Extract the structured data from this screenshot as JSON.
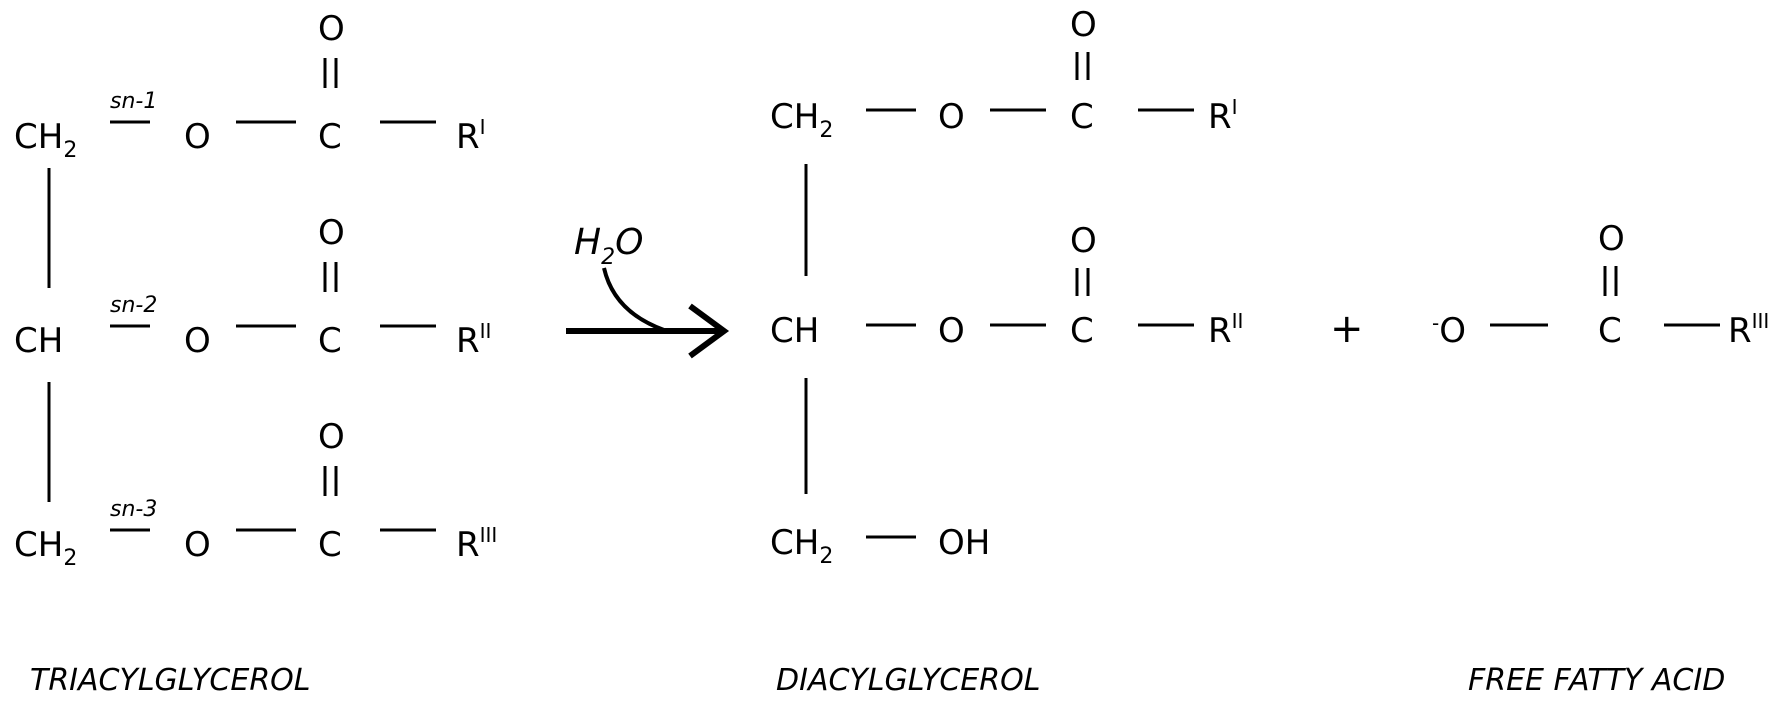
{
  "reactant": {
    "caption": "TRIACYLGLYCEROL",
    "rows": [
      {
        "carbon": "CH",
        "carbon_sub": "2",
        "site": "sn-1",
        "oxygen": "O",
        "carbonyl_c": "C",
        "carbonyl_o": "O",
        "r": "R",
        "r_sup": "I"
      },
      {
        "carbon": "CH",
        "carbon_sub": "",
        "site": "sn-2",
        "oxygen": "O",
        "carbonyl_c": "C",
        "carbonyl_o": "O",
        "r": "R",
        "r_sup": "II"
      },
      {
        "carbon": "CH",
        "carbon_sub": "2",
        "site": "sn-3",
        "oxygen": "O",
        "carbonyl_c": "C",
        "carbonyl_o": "O",
        "r": "R",
        "r_sup": "III"
      }
    ]
  },
  "arrow": {
    "reagent": "H",
    "reagent_sub": "2",
    "reagent_tail": "O"
  },
  "product1": {
    "caption": "DIACYLGLYCEROL",
    "rows": [
      {
        "carbon": "CH",
        "carbon_sub": "2",
        "oxygen": "O",
        "carbonyl_c": "C",
        "carbonyl_o": "O",
        "r": "R",
        "r_sup": "I"
      },
      {
        "carbon": "CH",
        "carbon_sub": "",
        "oxygen": "O",
        "carbonyl_c": "C",
        "carbonyl_o": "O",
        "r": "R",
        "r_sup": "II"
      }
    ],
    "last_row": {
      "carbon": "CH",
      "carbon_sub": "2",
      "group": "OH"
    }
  },
  "plus": "+",
  "product2": {
    "caption": "FREE FATTY ACID",
    "charge": "-",
    "oxygen": "O",
    "carbonyl_c": "C",
    "carbonyl_o": "O",
    "r": "R",
    "r_sup": "III"
  }
}
